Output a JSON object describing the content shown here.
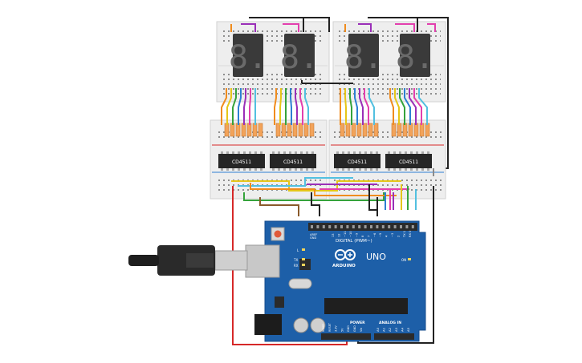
{
  "board": {
    "model": "UNO",
    "brand": "ARDUINO",
    "digital_header_label": "DIGITAL (PWM~)",
    "power_label": "POWER",
    "analog_label": "ANALOG IN",
    "led_on_label": "ON",
    "led_l_label": "L",
    "led_tx_label": "TX",
    "led_rx_label": "RX",
    "aref_label": "AREF",
    "gnd_label": "GND",
    "pin_labels_digital": [
      "13",
      "12",
      "~11",
      "~10",
      "~9",
      "8",
      "7",
      "~6",
      "~5",
      "4",
      "~3",
      "2",
      "TX 1",
      "RX 0"
    ],
    "pin_labels_power": [
      "IOREF",
      "RESET",
      "3.3V",
      "5V",
      "GND",
      "GND",
      "Vin"
    ],
    "pin_labels_analog": [
      "A0",
      "A1",
      "A2",
      "A3",
      "A4",
      "A5"
    ]
  },
  "decoders": [
    {
      "label": "CD4511"
    },
    {
      "label": "CD4511"
    },
    {
      "label": "CD4511"
    },
    {
      "label": "CD4511"
    }
  ],
  "displays": [
    {
      "digit": "8."
    },
    {
      "digit": "8."
    },
    {
      "digit": "8."
    },
    {
      "digit": "8."
    }
  ],
  "colors": {
    "board": "#1d5fa8",
    "breadboard": "#eeeeee",
    "wire_red": "#d62828",
    "wire_orange": "#f08c1e",
    "wire_yellow": "#e6c619",
    "wire_green": "#35a33b",
    "wire_blue": "#2d7fd3",
    "wire_purple": "#9a2fb8",
    "wire_pink": "#e23fae",
    "wire_cyan": "#52c0e0",
    "wire_black": "#222222",
    "wire_brown": "#8a5a2b",
    "wire_gray": "#8a8a8a"
  }
}
